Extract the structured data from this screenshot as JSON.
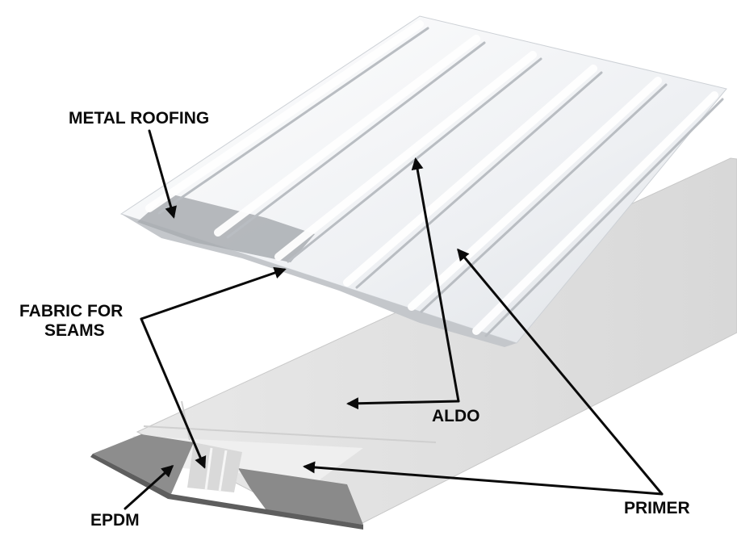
{
  "labels": {
    "metal_roofing": "METAL ROOFING",
    "fabric_line1": "FABRIC FOR",
    "fabric_line2": "SEAMS",
    "aldo": "ALDO",
    "epdm": "EPDM",
    "primer": "PRIMER"
  },
  "colors": {
    "arrow": "#0a0a0a",
    "label": "#0a0a0a",
    "metal_light": "#f4f6f8",
    "metal_shadow": "#c9ccd0",
    "membrane": "#e2e2e2",
    "epdm": "#8c8c8c"
  }
}
